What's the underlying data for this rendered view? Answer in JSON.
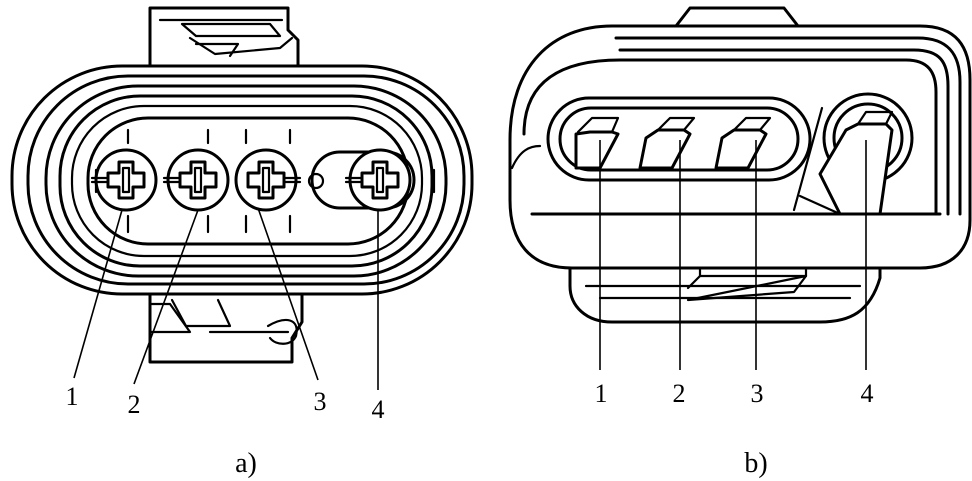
{
  "connector_a": {
    "caption": "a)",
    "pins": [
      "1",
      "2",
      "3",
      "4"
    ]
  },
  "connector_b": {
    "caption": "b)",
    "pins": [
      "1",
      "2",
      "3",
      "4"
    ]
  }
}
